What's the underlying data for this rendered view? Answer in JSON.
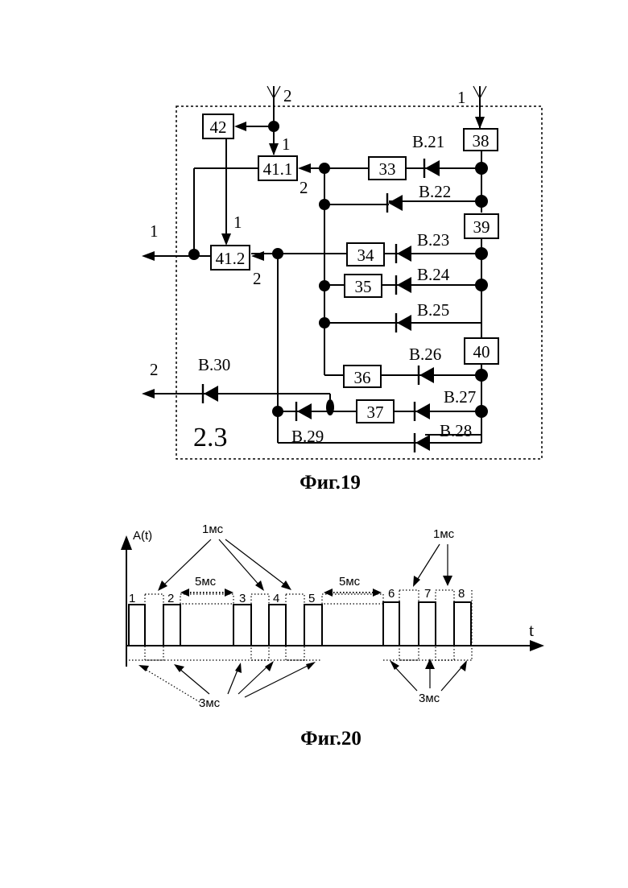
{
  "fig19": {
    "caption": "Фиг.19",
    "block_id": "2.3",
    "blocks": {
      "b38": "38",
      "b39": "39",
      "b40": "40",
      "b33": "33",
      "b34": "34",
      "b35": "35",
      "b36": "36",
      "b37": "37",
      "b42": "42",
      "b41_1": "41.1",
      "b41_2": "41.2"
    },
    "diodes": {
      "d21": "В.21",
      "d22": "В.22",
      "d23": "В.23",
      "d24": "В.24",
      "d25": "В.25",
      "d26": "В.26",
      "d27": "В.27",
      "d28": "В.28",
      "d29": "В.29",
      "d30": "В.30"
    },
    "ports": {
      "in_top_left": "2",
      "in_top_right": "1",
      "out_left_upper": "1",
      "out_left_lower": "2",
      "b41_1_in1": "1",
      "b41_1_in2": "2",
      "b41_2_in1": "1",
      "b41_2_in2": "2"
    }
  },
  "fig20": {
    "caption": "Фиг.20",
    "y_axis_label": "A(t)",
    "x_axis_label": "t",
    "pulse_labels": [
      "1",
      "2",
      "3",
      "4",
      "5",
      "6",
      "7",
      "8"
    ],
    "annotations": {
      "width_1ms_left": "1мс",
      "width_1ms_right": "1мс",
      "gap_5ms_a": "5мс",
      "gap_5ms_b": "5мс",
      "period_3ms_left": "3мс",
      "period_3ms_right": "3мс"
    }
  }
}
